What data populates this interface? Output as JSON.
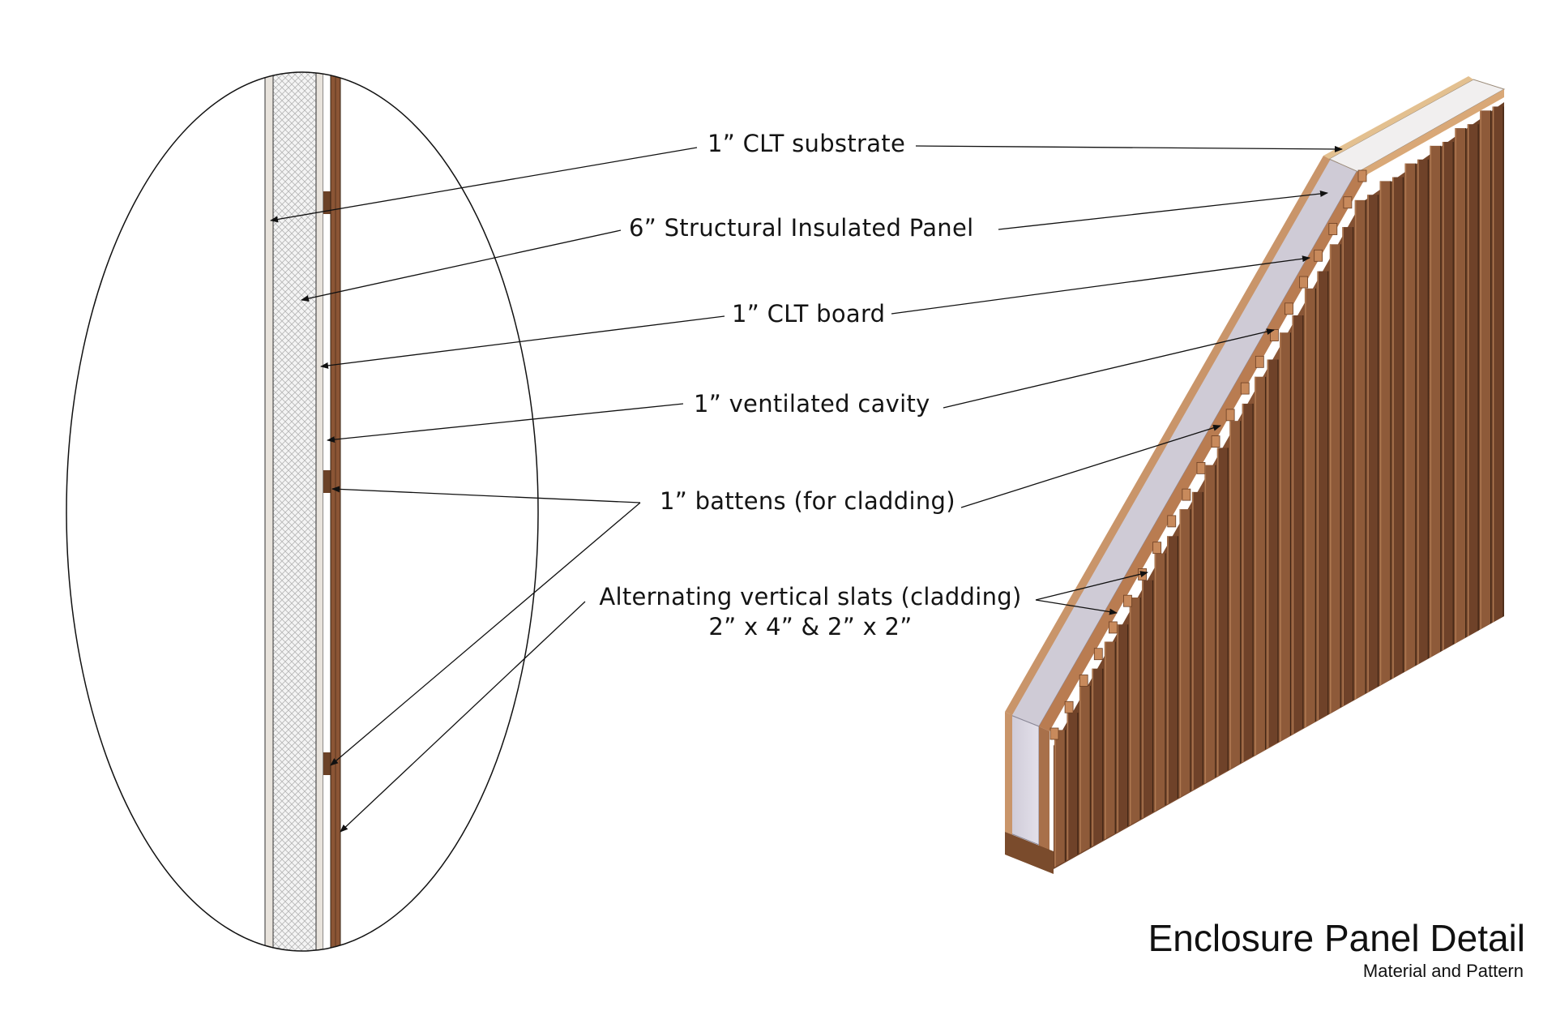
{
  "labels": {
    "clt_substrate": "1” CLT substrate",
    "sip": "6” Structural Insulated Panel",
    "clt_board": "1” CLT board",
    "cavity": "1” ventilated cavity",
    "battens": "1” battens (for cladding)",
    "slats_line1": "Alternating vertical slats (cladding)",
    "slats_line2": "2” x 4” & 2” x 2”"
  },
  "title": "Enclosure Panel Detail",
  "subtitle": "Material and Pattern",
  "colors": {
    "wood": "#8a5535",
    "wood_dark": "#5e3820",
    "wood_light": "#c98f62",
    "insulation": "#d9d6e0",
    "clt_end": "#e6c79a",
    "line": "#111111"
  }
}
